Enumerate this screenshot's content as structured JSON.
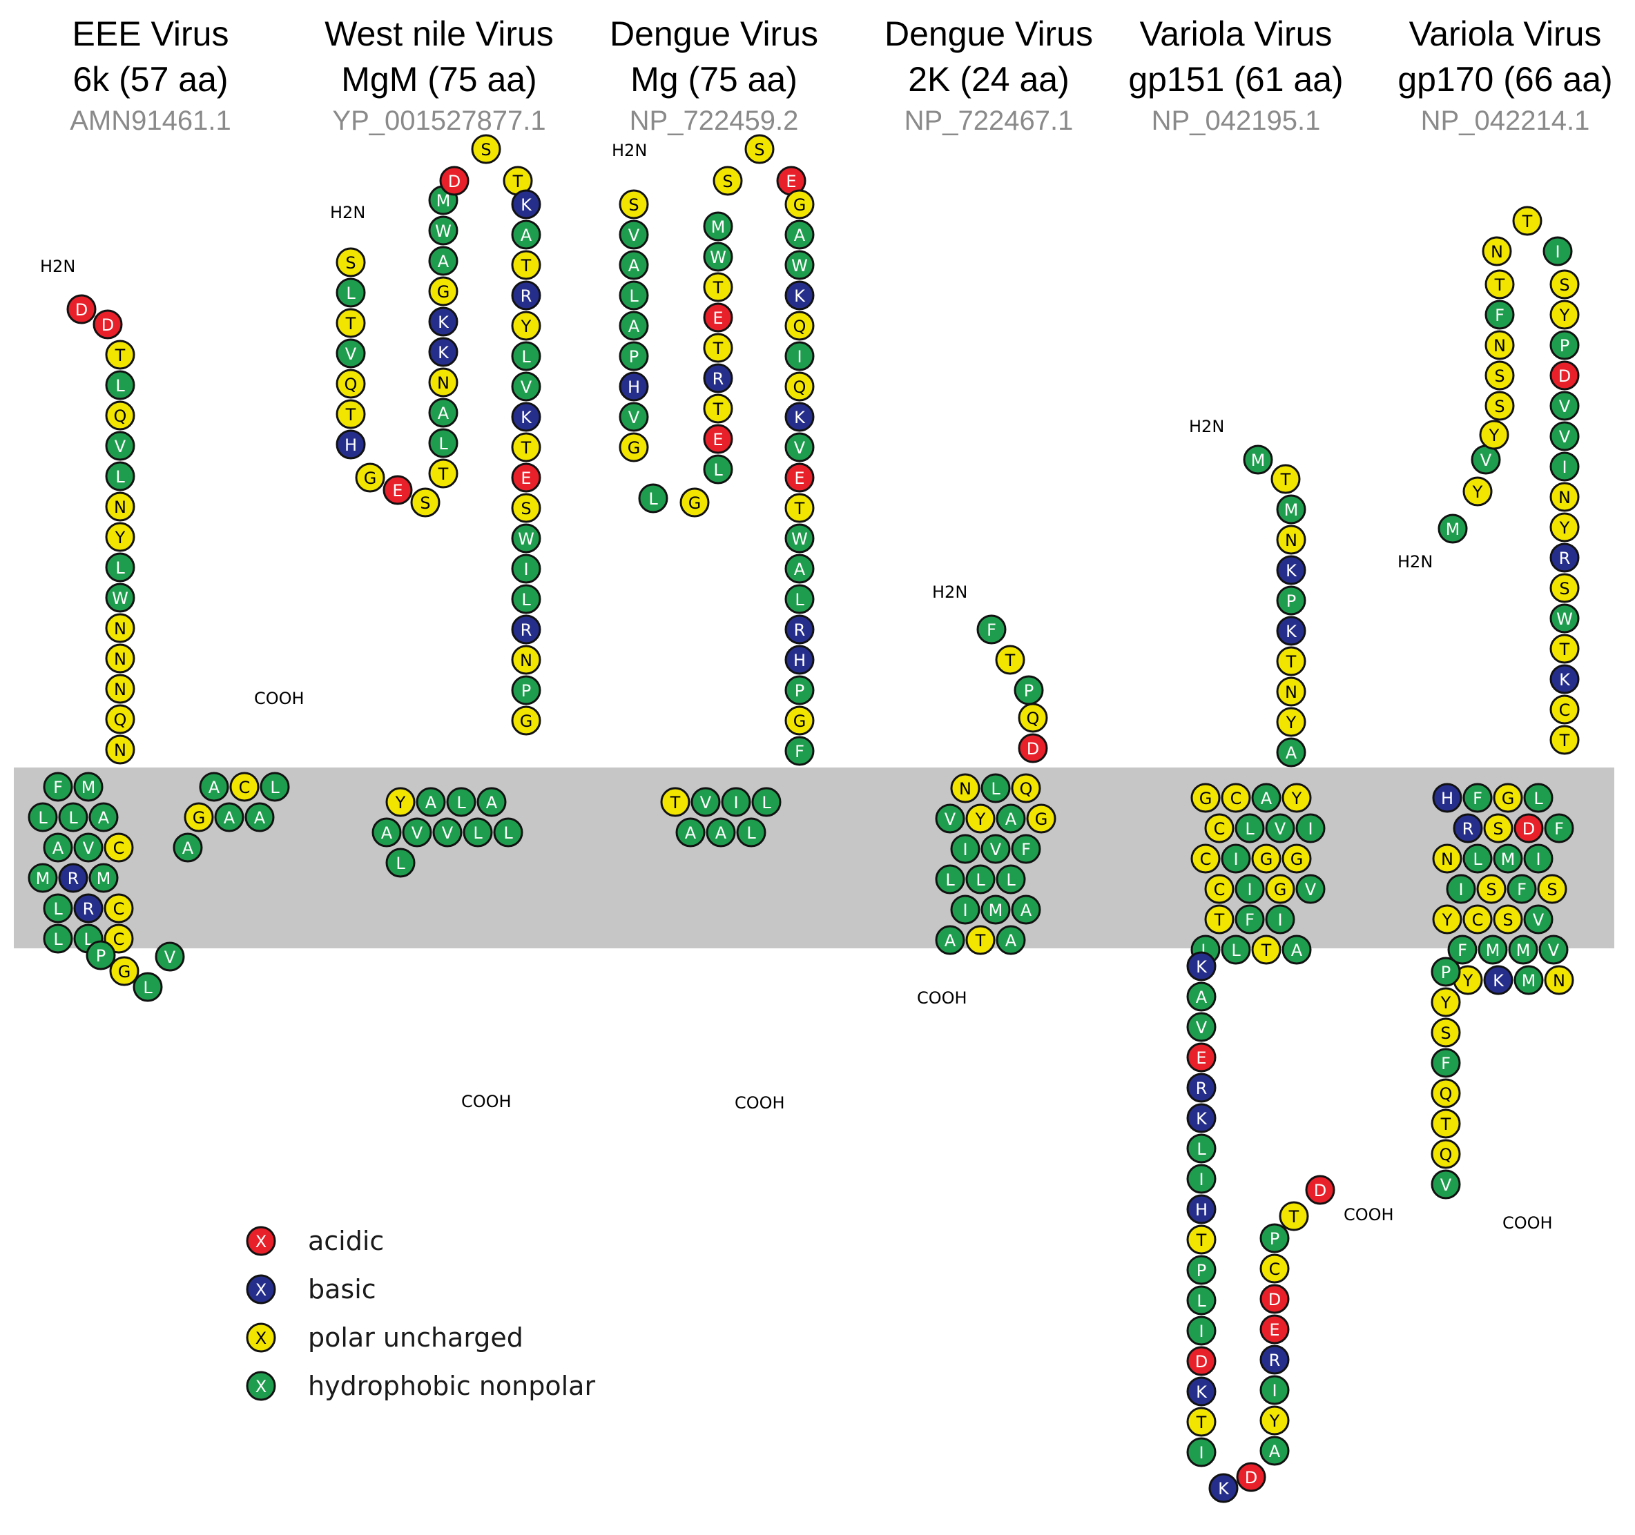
{
  "colors": {
    "acidic": "#e8202a",
    "basic": "#262e8c",
    "polar": "#f2e600",
    "hydrophobic": "#1f9d4e",
    "membrane": "#c6c6c6"
  },
  "legend": [
    {
      "class": "acidic",
      "letter": "X",
      "label": "acidic"
    },
    {
      "class": "basic",
      "letter": "X",
      "label": "basic"
    },
    {
      "class": "polar",
      "letter": "X",
      "label": "polar uncharged"
    },
    {
      "class": "hydrophobic",
      "letter": "X",
      "label": "hydrophobic nonpolar"
    }
  ],
  "terminus_labels": {
    "n": "H2N",
    "c": "COOH"
  },
  "proteins": [
    {
      "id": "eee",
      "title": "EEE Virus",
      "subtitle": "6k (57 aa)",
      "accession": "AMN91461.1",
      "sequence": "DDTLQVLNYLWNNNQNFMLLAAVCMRMLRCLLCPGLVACLGAAA"
    },
    {
      "id": "wnv",
      "title": "West nile Virus",
      "subtitle": "MgM (75 aa)",
      "accession": "YP_001527877.1",
      "sequence": "SLTVQTHGESTLANKKGAWMDSTKATRYLVKTESWILRNPGYALAAVVLLL"
    },
    {
      "id": "dengue-mg",
      "title": "Dengue Virus",
      "subtitle": "Mg (75 aa)",
      "accession": "NP_722459.2",
      "sequence": "SVALAPHVGLGLETRTETWMSSEGAWKQIQKVETWALRHPGFTVILAAL"
    },
    {
      "id": "dengue-2k",
      "title": "Dengue Virus",
      "subtitle": "2K (24 aa)",
      "accession": "NP_722467.1",
      "sequence": "FTPQDNLQVYAGIVFLLLIMAATA"
    },
    {
      "id": "variola-151",
      "title": "Variola Virus",
      "subtitle": "gp151 (61 aa)",
      "accession": "NP_042195.1",
      "sequence": "MTMNKPKTNYAGCAYCLVICIGGCIGVTFILLTAKAVERKLIHTPLIDKTIKDAYIREDCPTD"
    },
    {
      "id": "variola-170",
      "title": "Variola Virus",
      "subtitle": "gp170 (66 aa)",
      "accession": "NP_042214.1",
      "sequence": "MYVYSSNFTNTISYPDVVINYRSWTKCTHFGLRSDFNLMIISFSYCSVFMMVYKMNPYSFQTQV"
    }
  ]
}
